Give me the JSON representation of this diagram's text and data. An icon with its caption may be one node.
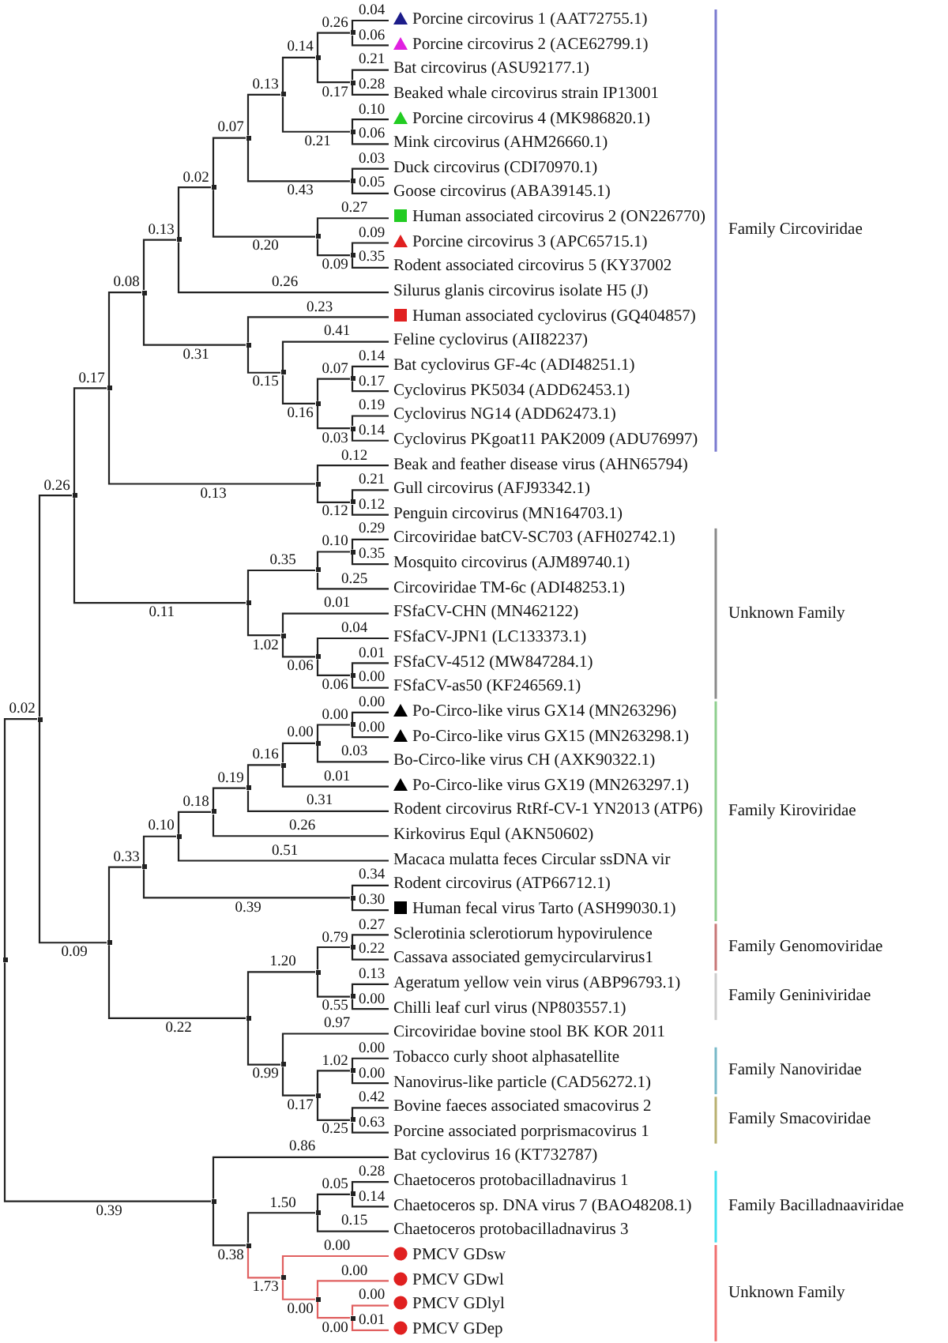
{
  "diagram": {
    "nodes": [
      {
        "text": [],
        "shape": "point"
      },
      {
        "text": [],
        "shape": "point"
      },
      {
        "text": [],
        "shape": "point"
      },
      {
        "text": [],
        "shape": "point"
      },
      {
        "text": [],
        "shape": "point"
      },
      {
        "text": [],
        "shape": "point"
      },
      {
        "text": [],
        "shape": "point"
      },
      {
        "text": [],
        "shape": "point"
      },
      {
        "text": [],
        "shape": "point"
      },
      {
        "text": [],
        "shape": "point"
      },
      {
        "text": [],
        "shape": "point"
      },
      {
        "text": [
          "Porcine circovirus 1 (AAT72755.1)"
        ]
      },
      {
        "text": [
          "Porcine circovirus 2 (ACE62799.1)"
        ]
      },
      {
        "text": [],
        "shape": "point"
      },
      {
        "text": [
          "Bat circovirus (ASU92177.1)"
        ]
      },
      {
        "text": [
          "Beaked whale circovirus strain IP13001"
        ]
      },
      {
        "text": [],
        "shape": "point"
      },
      {
        "text": [
          "Porcine circovirus 4 (MK986820.1)"
        ]
      },
      {
        "text": [
          "Mink circovirus (AHM26660.1)"
        ]
      },
      {
        "text": [],
        "shape": "point"
      },
      {
        "text": [
          "Duck circovirus (CDI70970.1)"
        ]
      },
      {
        "text": [
          "Goose circovirus (ABA39145.1)"
        ]
      },
      {
        "text": [],
        "shape": "point"
      },
      {
        "text": [
          "Human associated circovirus 2 (ON226770)"
        ]
      },
      {
        "text": [],
        "shape": "point"
      },
      {
        "text": [
          "Porcine circovirus 3 (APC65715.1)"
        ]
      },
      {
        "text": [
          "Rodent associated circovirus 5 (KY37002"
        ]
      },
      {
        "text": [
          "Silurus glanis circovirus isolate H5 (J)"
        ]
      },
      {
        "text": [],
        "shape": "point"
      },
      {
        "text": [
          "Human associated cyclovirus (GQ404857)"
        ]
      },
      {
        "text": [],
        "shape": "point"
      },
      {
        "text": [
          "Feline cyclovirus (AII82237)"
        ]
      },
      {
        "text": [],
        "shape": "point"
      },
      {
        "text": [],
        "shape": "point"
      },
      {
        "text": [
          "Bat cyclovirus GF-4c (ADI48251.1)"
        ]
      },
      {
        "text": [
          "Cyclovirus PK5034 (ADD62453.1)"
        ]
      },
      {
        "text": [],
        "shape": "point"
      },
      {
        "text": [
          "Cyclovirus NG14 (ADD62473.1)"
        ]
      },
      {
        "text": [
          "Cyclovirus PKgoat11 PAK2009 (ADU76997)"
        ]
      },
      {
        "text": [],
        "shape": "point"
      },
      {
        "text": [
          "Beak and feather disease virus (AHN65794)"
        ]
      },
      {
        "text": [],
        "shape": "point"
      },
      {
        "text": [
          "Gull circovirus (AFJ93342.1)"
        ]
      },
      {
        "text": [
          "Penguin circovirus (MN164703.1)"
        ]
      },
      {
        "text": [],
        "shape": "point"
      },
      {
        "text": [],
        "shape": "point"
      },
      {
        "text": [],
        "shape": "point"
      },
      {
        "text": [
          "Circoviridae batCV-SC703 (AFH02742.1)"
        ]
      },
      {
        "text": [
          "Mosquito circovirus (AJM89740.1)"
        ]
      },
      {
        "text": [
          "Circoviridae TM-6c (ADI48253.1)"
        ]
      },
      {
        "text": [],
        "shape": "point"
      },
      {
        "text": [
          "FSfaCV-CHN (MN462122)"
        ]
      },
      {
        "text": [],
        "shape": "point"
      },
      {
        "text": [
          "FSfaCV-JPN1 (LC133373.1)"
        ]
      },
      {
        "text": [],
        "shape": "point"
      },
      {
        "text": [
          "FSfaCV-4512 (MW847284.1)"
        ]
      },
      {
        "text": [
          "FSfaCV-as50 (KF246569.1)"
        ]
      },
      {
        "text": [],
        "shape": "point"
      },
      {
        "text": [],
        "shape": "point"
      },
      {
        "text": [],
        "shape": "point"
      },
      {
        "text": [],
        "shape": "point"
      },
      {
        "text": [],
        "shape": "point"
      },
      {
        "text": [],
        "shape": "point"
      },
      {
        "text": [],
        "shape": "point"
      },
      {
        "text": [],
        "shape": "point"
      },
      {
        "text": [
          "Po-Circo-like virus GX14 (MN263296)"
        ]
      },
      {
        "text": [
          "Po-Circo-like virus GX15 (MN263298.1)"
        ]
      },
      {
        "text": [
          "Bo-Circo-like virus CH (AXK90322.1)"
        ]
      },
      {
        "text": [
          "Po-Circo-like virus GX19 (MN263297.1)"
        ]
      },
      {
        "text": [
          "Rodent circovirus RtRf-CV-1 YN2013 (ATP6)"
        ]
      },
      {
        "text": [
          "Kirkovirus Equl (AKN50602)"
        ]
      },
      {
        "text": [
          "Macaca mulatta feces Circular ssDNA vir"
        ]
      },
      {
        "text": [],
        "shape": "point"
      },
      {
        "text": [
          "Rodent circovirus (ATP66712.1)"
        ]
      },
      {
        "text": [
          "Human fecal virus Tarto (ASH99030.1)"
        ]
      },
      {
        "text": [],
        "shape": "point"
      },
      {
        "text": [],
        "shape": "point"
      },
      {
        "text": [],
        "shape": "point"
      },
      {
        "text": [
          "Sclerotinia sclerotiorum hypovirulence"
        ]
      },
      {
        "text": [
          "Cassava associated gemycircularvirus1"
        ]
      },
      {
        "text": [],
        "shape": "point"
      },
      {
        "text": [
          "Ageratum yellow vein virus (ABP96793.1)"
        ]
      },
      {
        "text": [
          "Chilli leaf curl virus (NP803557.1)"
        ]
      },
      {
        "text": [],
        "shape": "point"
      },
      {
        "text": [
          "Circoviridae bovine stool BK KOR 2011"
        ]
      },
      {
        "text": [],
        "shape": "point"
      },
      {
        "text": [],
        "shape": "point"
      },
      {
        "text": [
          "Tobacco curly shoot alphasatellite"
        ]
      },
      {
        "text": [
          "Nanovirus-like particle (CAD56272.1)"
        ]
      },
      {
        "text": [],
        "shape": "point"
      },
      {
        "text": [
          "Bovine faeces associated smacovirus 2"
        ]
      },
      {
        "text": [
          "Porcine associated porprismacovirus 1"
        ]
      },
      {
        "text": [],
        "shape": "point"
      },
      {
        "text": [
          "Bat cyclovirus 16 (KT732787)"
        ]
      },
      {
        "text": [],
        "shape": "point"
      },
      {
        "text": [],
        "shape": "point"
      },
      {
        "text": [],
        "shape": "point"
      },
      {
        "text": [
          "Chaetoceros protobacilladnavirus 1"
        ]
      },
      {
        "text": [
          "Chaetoceros sp. DNA virus 7 (BAO48208.1)"
        ]
      },
      {
        "text": [
          "Chaetoceros protobacilladnavirus 3"
        ]
      },
      {
        "text": [],
        "shape": "point"
      },
      {
        "text": [
          "PMCV GDsw"
        ]
      },
      {
        "text": [],
        "shape": "point"
      },
      {
        "text": [
          "PMCV GDwl"
        ]
      },
      {
        "text": [],
        "shape": "point"
      },
      {
        "text": [
          "PMCV GDlyl"
        ]
      },
      {
        "text": [
          "PMCV GDep"
        ]
      }
    ],
    "edges": [
      {
        "from": 0,
        "to": 1,
        "arrow": "none",
        "label": "0.02"
      },
      {
        "from": 1,
        "to": 2,
        "arrow": "none",
        "label": "0.26"
      },
      {
        "from": 2,
        "to": 3,
        "arrow": "none",
        "label": "0.17"
      },
      {
        "from": 3,
        "to": 4,
        "arrow": "none",
        "label": "0.08"
      },
      {
        "from": 4,
        "to": 5,
        "arrow": "none",
        "label": "0.13"
      },
      {
        "from": 5,
        "to": 6,
        "arrow": "none",
        "label": "0.02"
      },
      {
        "from": 6,
        "to": 7,
        "arrow": "none",
        "label": "0.07"
      },
      {
        "from": 7,
        "to": 8,
        "arrow": "none",
        "label": "0.13"
      },
      {
        "from": 8,
        "to": 9,
        "arrow": "none",
        "label": "0.14"
      },
      {
        "from": 9,
        "to": 10,
        "arrow": "none",
        "label": "0.26"
      },
      {
        "from": 10,
        "to": 11,
        "arrow": "none",
        "label": "0.04"
      },
      {
        "from": 10,
        "to": 12,
        "arrow": "none",
        "label": "0.06"
      },
      {
        "from": 9,
        "to": 13,
        "arrow": "none",
        "label": "0.17"
      },
      {
        "from": 13,
        "to": 14,
        "arrow": "none",
        "label": "0.21"
      },
      {
        "from": 13,
        "to": 15,
        "arrow": "none",
        "label": "0.28"
      },
      {
        "from": 8,
        "to": 16,
        "arrow": "none",
        "label": "0.21"
      },
      {
        "from": 16,
        "to": 17,
        "arrow": "none",
        "label": "0.10"
      },
      {
        "from": 16,
        "to": 18,
        "arrow": "none",
        "label": "0.06"
      },
      {
        "from": 7,
        "to": 19,
        "arrow": "none",
        "label": "0.43"
      },
      {
        "from": 19,
        "to": 20,
        "arrow": "none",
        "label": "0.03"
      },
      {
        "from": 19,
        "to": 21,
        "arrow": "none",
        "label": "0.05"
      },
      {
        "from": 6,
        "to": 22,
        "arrow": "none",
        "label": "0.20"
      },
      {
        "from": 22,
        "to": 23,
        "arrow": "none",
        "label": "0.27"
      },
      {
        "from": 22,
        "to": 24,
        "arrow": "none",
        "label": "0.09"
      },
      {
        "from": 24,
        "to": 25,
        "arrow": "none",
        "label": "0.09"
      },
      {
        "from": 24,
        "to": 26,
        "arrow": "none",
        "label": "0.35"
      },
      {
        "from": 5,
        "to": 27,
        "arrow": "none",
        "label": "0.26"
      },
      {
        "from": 4,
        "to": 28,
        "arrow": "none",
        "label": "0.31"
      },
      {
        "from": 28,
        "to": 29,
        "arrow": "none",
        "label": "0.23"
      },
      {
        "from": 28,
        "to": 30,
        "arrow": "none",
        "label": "0.15"
      },
      {
        "from": 30,
        "to": 31,
        "arrow": "none",
        "label": "0.41"
      },
      {
        "from": 30,
        "to": 32,
        "arrow": "none",
        "label": "0.16"
      },
      {
        "from": 32,
        "to": 33,
        "arrow": "none",
        "label": "0.07"
      },
      {
        "from": 33,
        "to": 34,
        "arrow": "none",
        "label": "0.14"
      },
      {
        "from": 33,
        "to": 35,
        "arrow": "none",
        "label": "0.17"
      },
      {
        "from": 32,
        "to": 36,
        "arrow": "none",
        "label": "0.03"
      },
      {
        "from": 36,
        "to": 37,
        "arrow": "none",
        "label": "0.19"
      },
      {
        "from": 36,
        "to": 38,
        "arrow": "none",
        "label": "0.14"
      },
      {
        "from": 3,
        "to": 39,
        "arrow": "none",
        "label": "0.13"
      },
      {
        "from": 39,
        "to": 40,
        "arrow": "none",
        "label": "0.12"
      },
      {
        "from": 39,
        "to": 41,
        "arrow": "none",
        "label": "0.12"
      },
      {
        "from": 41,
        "to": 42,
        "arrow": "none",
        "label": "0.21"
      },
      {
        "from": 41,
        "to": 43,
        "arrow": "none",
        "label": "0.12"
      },
      {
        "from": 2,
        "to": 44,
        "arrow": "none",
        "label": "0.11"
      },
      {
        "from": 44,
        "to": 45,
        "arrow": "none",
        "label": "0.35"
      },
      {
        "from": 45,
        "to": 46,
        "arrow": "none",
        "label": "0.10"
      },
      {
        "from": 46,
        "to": 47,
        "arrow": "none",
        "label": "0.29"
      },
      {
        "from": 46,
        "to": 48,
        "arrow": "none",
        "label": "0.35"
      },
      {
        "from": 45,
        "to": 49,
        "arrow": "none",
        "label": "0.25"
      },
      {
        "from": 44,
        "to": 50,
        "arrow": "none",
        "label": "1.02"
      },
      {
        "from": 50,
        "to": 51,
        "arrow": "none",
        "label": "0.01"
      },
      {
        "from": 50,
        "to": 52,
        "arrow": "none",
        "label": "0.06"
      },
      {
        "from": 52,
        "to": 53,
        "arrow": "none",
        "label": "0.04"
      },
      {
        "from": 52,
        "to": 54,
        "arrow": "none",
        "label": "0.06"
      },
      {
        "from": 54,
        "to": 55,
        "arrow": "none",
        "label": "0.01"
      },
      {
        "from": 54,
        "to": 56,
        "arrow": "none",
        "label": "0.00"
      },
      {
        "from": 1,
        "to": 57,
        "arrow": "none",
        "label": "0.09"
      },
      {
        "from": 57,
        "to": 58,
        "arrow": "none",
        "label": "0.33"
      },
      {
        "from": 58,
        "to": 59,
        "arrow": "none",
        "label": "0.10"
      },
      {
        "from": 59,
        "to": 60,
        "arrow": "none",
        "label": "0.18"
      },
      {
        "from": 60,
        "to": 61,
        "arrow": "none",
        "label": "0.19"
      },
      {
        "from": 61,
        "to": 62,
        "arrow": "none",
        "label": "0.16"
      },
      {
        "from": 62,
        "to": 63,
        "arrow": "none",
        "label": "0.00"
      },
      {
        "from": 63,
        "to": 64,
        "arrow": "none",
        "label": "0.00"
      },
      {
        "from": 64,
        "to": 65,
        "arrow": "none",
        "label": "0.00"
      },
      {
        "from": 64,
        "to": 66,
        "arrow": "none",
        "label": "0.00"
      },
      {
        "from": 63,
        "to": 67,
        "arrow": "none",
        "label": "0.03"
      },
      {
        "from": 62,
        "to": 68,
        "arrow": "none",
        "label": "0.01"
      },
      {
        "from": 61,
        "to": 69,
        "arrow": "none",
        "label": "0.31"
      },
      {
        "from": 60,
        "to": 70,
        "arrow": "none",
        "label": "0.26"
      },
      {
        "from": 59,
        "to": 71,
        "arrow": "none",
        "label": "0.51"
      },
      {
        "from": 58,
        "to": 72,
        "arrow": "none",
        "label": "0.39"
      },
      {
        "from": 72,
        "to": 73,
        "arrow": "none",
        "label": "0.34"
      },
      {
        "from": 72,
        "to": 74,
        "arrow": "none",
        "label": "0.30"
      },
      {
        "from": 57,
        "to": 75,
        "arrow": "none",
        "label": "0.22"
      },
      {
        "from": 75,
        "to": 76,
        "arrow": "none",
        "label": "1.20"
      },
      {
        "from": 76,
        "to": 77,
        "arrow": "none",
        "label": "0.79"
      },
      {
        "from": 77,
        "to": 78,
        "arrow": "none",
        "label": "0.27"
      },
      {
        "from": 77,
        "to": 79,
        "arrow": "none",
        "label": "0.22"
      },
      {
        "from": 76,
        "to": 80,
        "arrow": "none",
        "label": "0.55"
      },
      {
        "from": 80,
        "to": 81,
        "arrow": "none",
        "label": "0.13"
      },
      {
        "from": 80,
        "to": 82,
        "arrow": "none",
        "label": "0.00"
      },
      {
        "from": 75,
        "to": 83,
        "arrow": "none",
        "label": "0.99"
      },
      {
        "from": 83,
        "to": 84,
        "arrow": "none",
        "label": "0.97"
      },
      {
        "from": 83,
        "to": 85,
        "arrow": "none",
        "label": "0.17"
      },
      {
        "from": 85,
        "to": 86,
        "arrow": "none",
        "label": "1.02"
      },
      {
        "from": 86,
        "to": 87,
        "arrow": "none",
        "label": "0.00"
      },
      {
        "from": 86,
        "to": 88,
        "arrow": "none",
        "label": "0.00"
      },
      {
        "from": 85,
        "to": 89,
        "arrow": "none",
        "label": "0.25"
      },
      {
        "from": 89,
        "to": 90,
        "arrow": "none",
        "label": "0.42"
      },
      {
        "from": 89,
        "to": 91,
        "arrow": "none",
        "label": "0.63"
      },
      {
        "from": 0,
        "to": 92,
        "arrow": "none",
        "label": "0.39"
      },
      {
        "from": 92,
        "to": 93,
        "arrow": "none",
        "label": "0.86"
      },
      {
        "from": 92,
        "to": 94,
        "arrow": "none",
        "label": "0.38"
      },
      {
        "from": 94,
        "to": 95,
        "arrow": "none",
        "label": "1.50"
      },
      {
        "from": 95,
        "to": 96,
        "arrow": "none",
        "label": "0.05"
      },
      {
        "from": 96,
        "to": 97,
        "arrow": "none",
        "label": "0.28"
      },
      {
        "from": 96,
        "to": 98,
        "arrow": "none",
        "label": "0.14"
      },
      {
        "from": 95,
        "to": 99,
        "arrow": "none",
        "label": "0.15"
      },
      {
        "from": 94,
        "to": 100,
        "arrow": "none",
        "label": "1.73",
        "color": "#e06060"
      },
      {
        "from": 100,
        "to": 101,
        "arrow": "none",
        "label": "0.00",
        "color": "#e06060"
      },
      {
        "from": 100,
        "to": 102,
        "arrow": "none",
        "label": "0.00",
        "color": "#e06060"
      },
      {
        "from": 102,
        "to": 103,
        "arrow": "none",
        "label": "0.00",
        "color": "#e06060"
      },
      {
        "from": 102,
        "to": 104,
        "arrow": "none",
        "label": "0.00",
        "color": "#e06060"
      },
      {
        "from": 104,
        "to": 105,
        "arrow": "none",
        "label": "0.00",
        "color": "#e06060"
      },
      {
        "from": 104,
        "to": 106,
        "arrow": "none",
        "label": "0.01",
        "color": "#e06060"
      }
    ],
    "labels": [
      "Family Circoviridae",
      "Unknown Family",
      "Family Kiroviridae",
      "Family Genomoviridae",
      "Family Geniniviridae",
      "Family Nanoviridae",
      "Family Smacoviridae",
      "Family Bacilladnaaviridae",
      "Unknown Family"
    ]
  }
}
